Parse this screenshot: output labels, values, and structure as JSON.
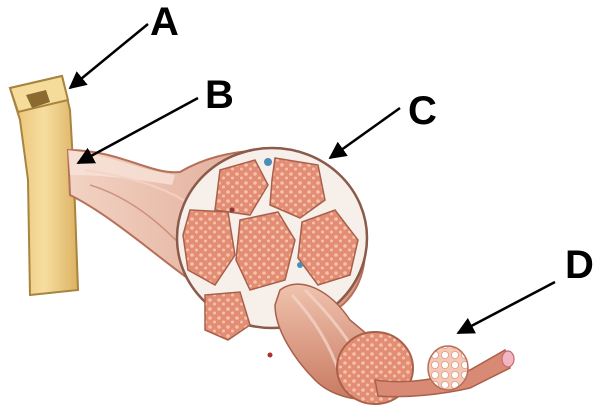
{
  "labels": {
    "a": "A",
    "b": "B",
    "c": "C",
    "d": "D"
  },
  "colors": {
    "bone": "#f2d28b",
    "bone_shadow": "#d9b160",
    "muscle": "#e8a48c",
    "muscle_dark": "#c9826b",
    "tendon": "#f4d9cc",
    "fascicle_fill": "#e28d74",
    "fascicle_dots": "#f6c2ad",
    "sheath": "#f7f0ea",
    "arrow": "#000000"
  }
}
